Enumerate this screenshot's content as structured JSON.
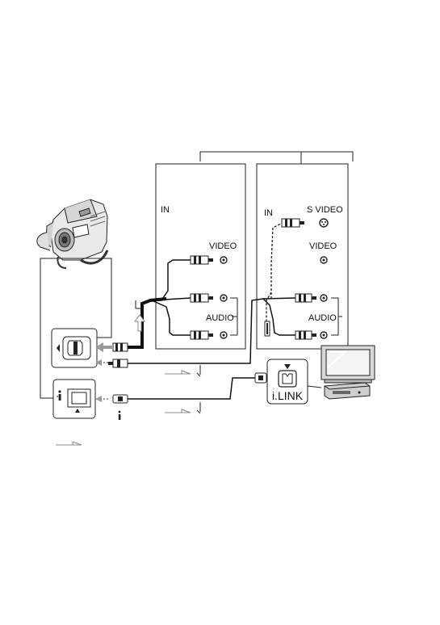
{
  "labels": {
    "left_in": "IN",
    "left_video": "VIDEO",
    "left_audio": "AUDIO",
    "right_in": "IN",
    "right_svideo": "S VIDEO",
    "right_video": "VIDEO",
    "right_audio": "AUDIO",
    "ilink": "i.LINK"
  },
  "icons": {
    "camcorder": "camcorder-icon",
    "tv": "television-icon",
    "vcr": "vcr-icon",
    "dv_jack": "dv-jack-icon",
    "av_jack": "av-out-jack-icon",
    "signal_arrow": "signal-flow-arrow-icon"
  },
  "colors": {
    "line": "#222222",
    "cable": "#111111",
    "gray_arrow": "#9a9a9a",
    "panel_fill": "#ffffff"
  }
}
